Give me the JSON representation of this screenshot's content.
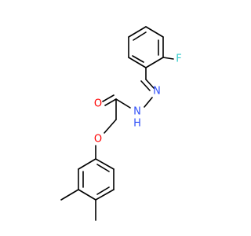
{
  "molecule": {
    "atoms": {
      "fluorine": {
        "symbol": "F",
        "color": "#33cccc"
      },
      "carbonyl_oxygen": {
        "symbol": "O",
        "color": "#ff0000"
      },
      "ether_oxygen": {
        "symbol": "O",
        "color": "#ff0000"
      },
      "imine_nitrogen": {
        "symbol": "N",
        "color": "#3050f8"
      },
      "amide_nitrogen": {
        "symbol": "N",
        "color": "#3050f8"
      },
      "amide_hydrogen": {
        "symbol": "H",
        "color": "#3050f8"
      }
    },
    "bond_color": "#000000"
  }
}
